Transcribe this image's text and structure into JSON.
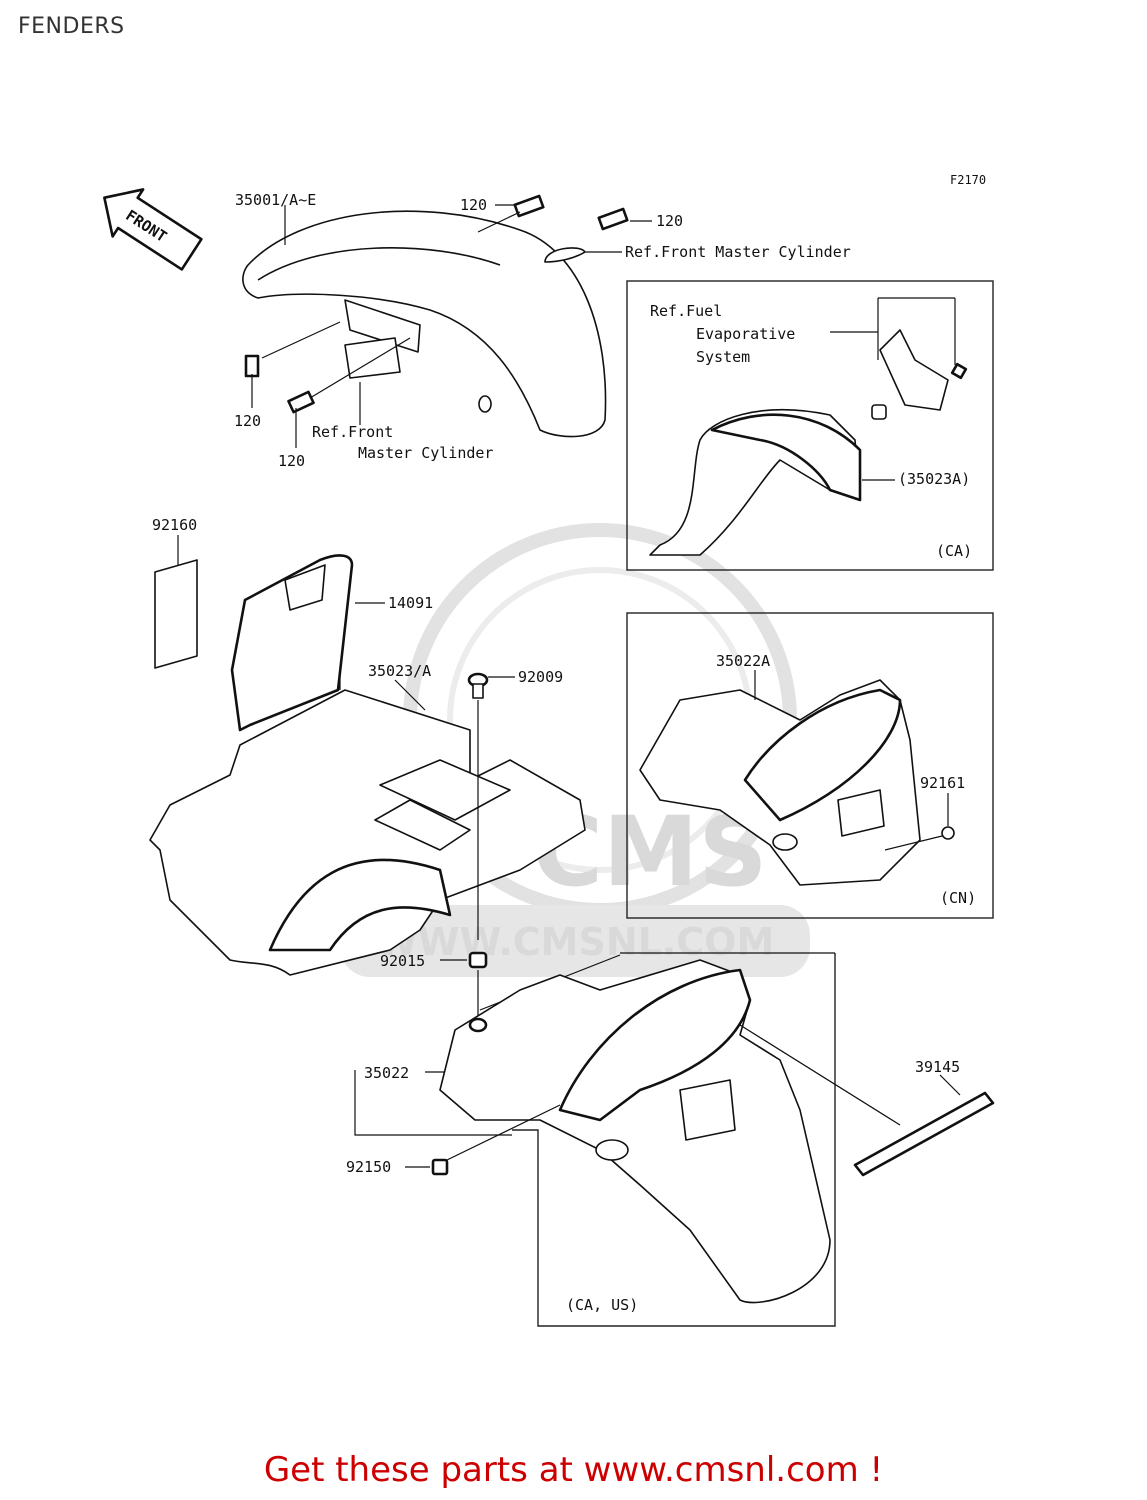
{
  "page": {
    "title": "FENDERS",
    "footer_link": "Get these parts at www.cmsnl.com !",
    "accent_color": "#cc0000"
  },
  "diagram": {
    "figure_id": "F2170",
    "front_indicator": "FRONT",
    "watermark": {
      "site": "WWW.CMSNL.COM",
      "logo_text": "CMS"
    },
    "labels": {
      "front_fender": "35001/A~E",
      "bolt_a": "120",
      "bolt_b": "120",
      "bolt_c": "120",
      "bolt_d": "120",
      "ref_front_master_top": "Ref.Front Master Cylinder",
      "ref_front_master_bottom_1": "Ref.Front",
      "ref_front_master_bottom_2": "Master Cylinder",
      "ref_fuel_1": "Ref.Fuel",
      "ref_fuel_2": "Evaporative",
      "ref_fuel_3": "System",
      "ca_fender": "(35023A)",
      "ca_tag": "(CA)",
      "pad": "92160",
      "cover": "14091",
      "rear_fender_front": "35023/A",
      "clip": "92009",
      "cn_fender": "35022A",
      "cn_cap": "92161",
      "cn_tag": "(CN)",
      "nut": "92015",
      "rear_fender_rear": "35022",
      "bolt_e": "92150",
      "trim": "39145",
      "ca_us_tag": "(CA, US)"
    }
  }
}
